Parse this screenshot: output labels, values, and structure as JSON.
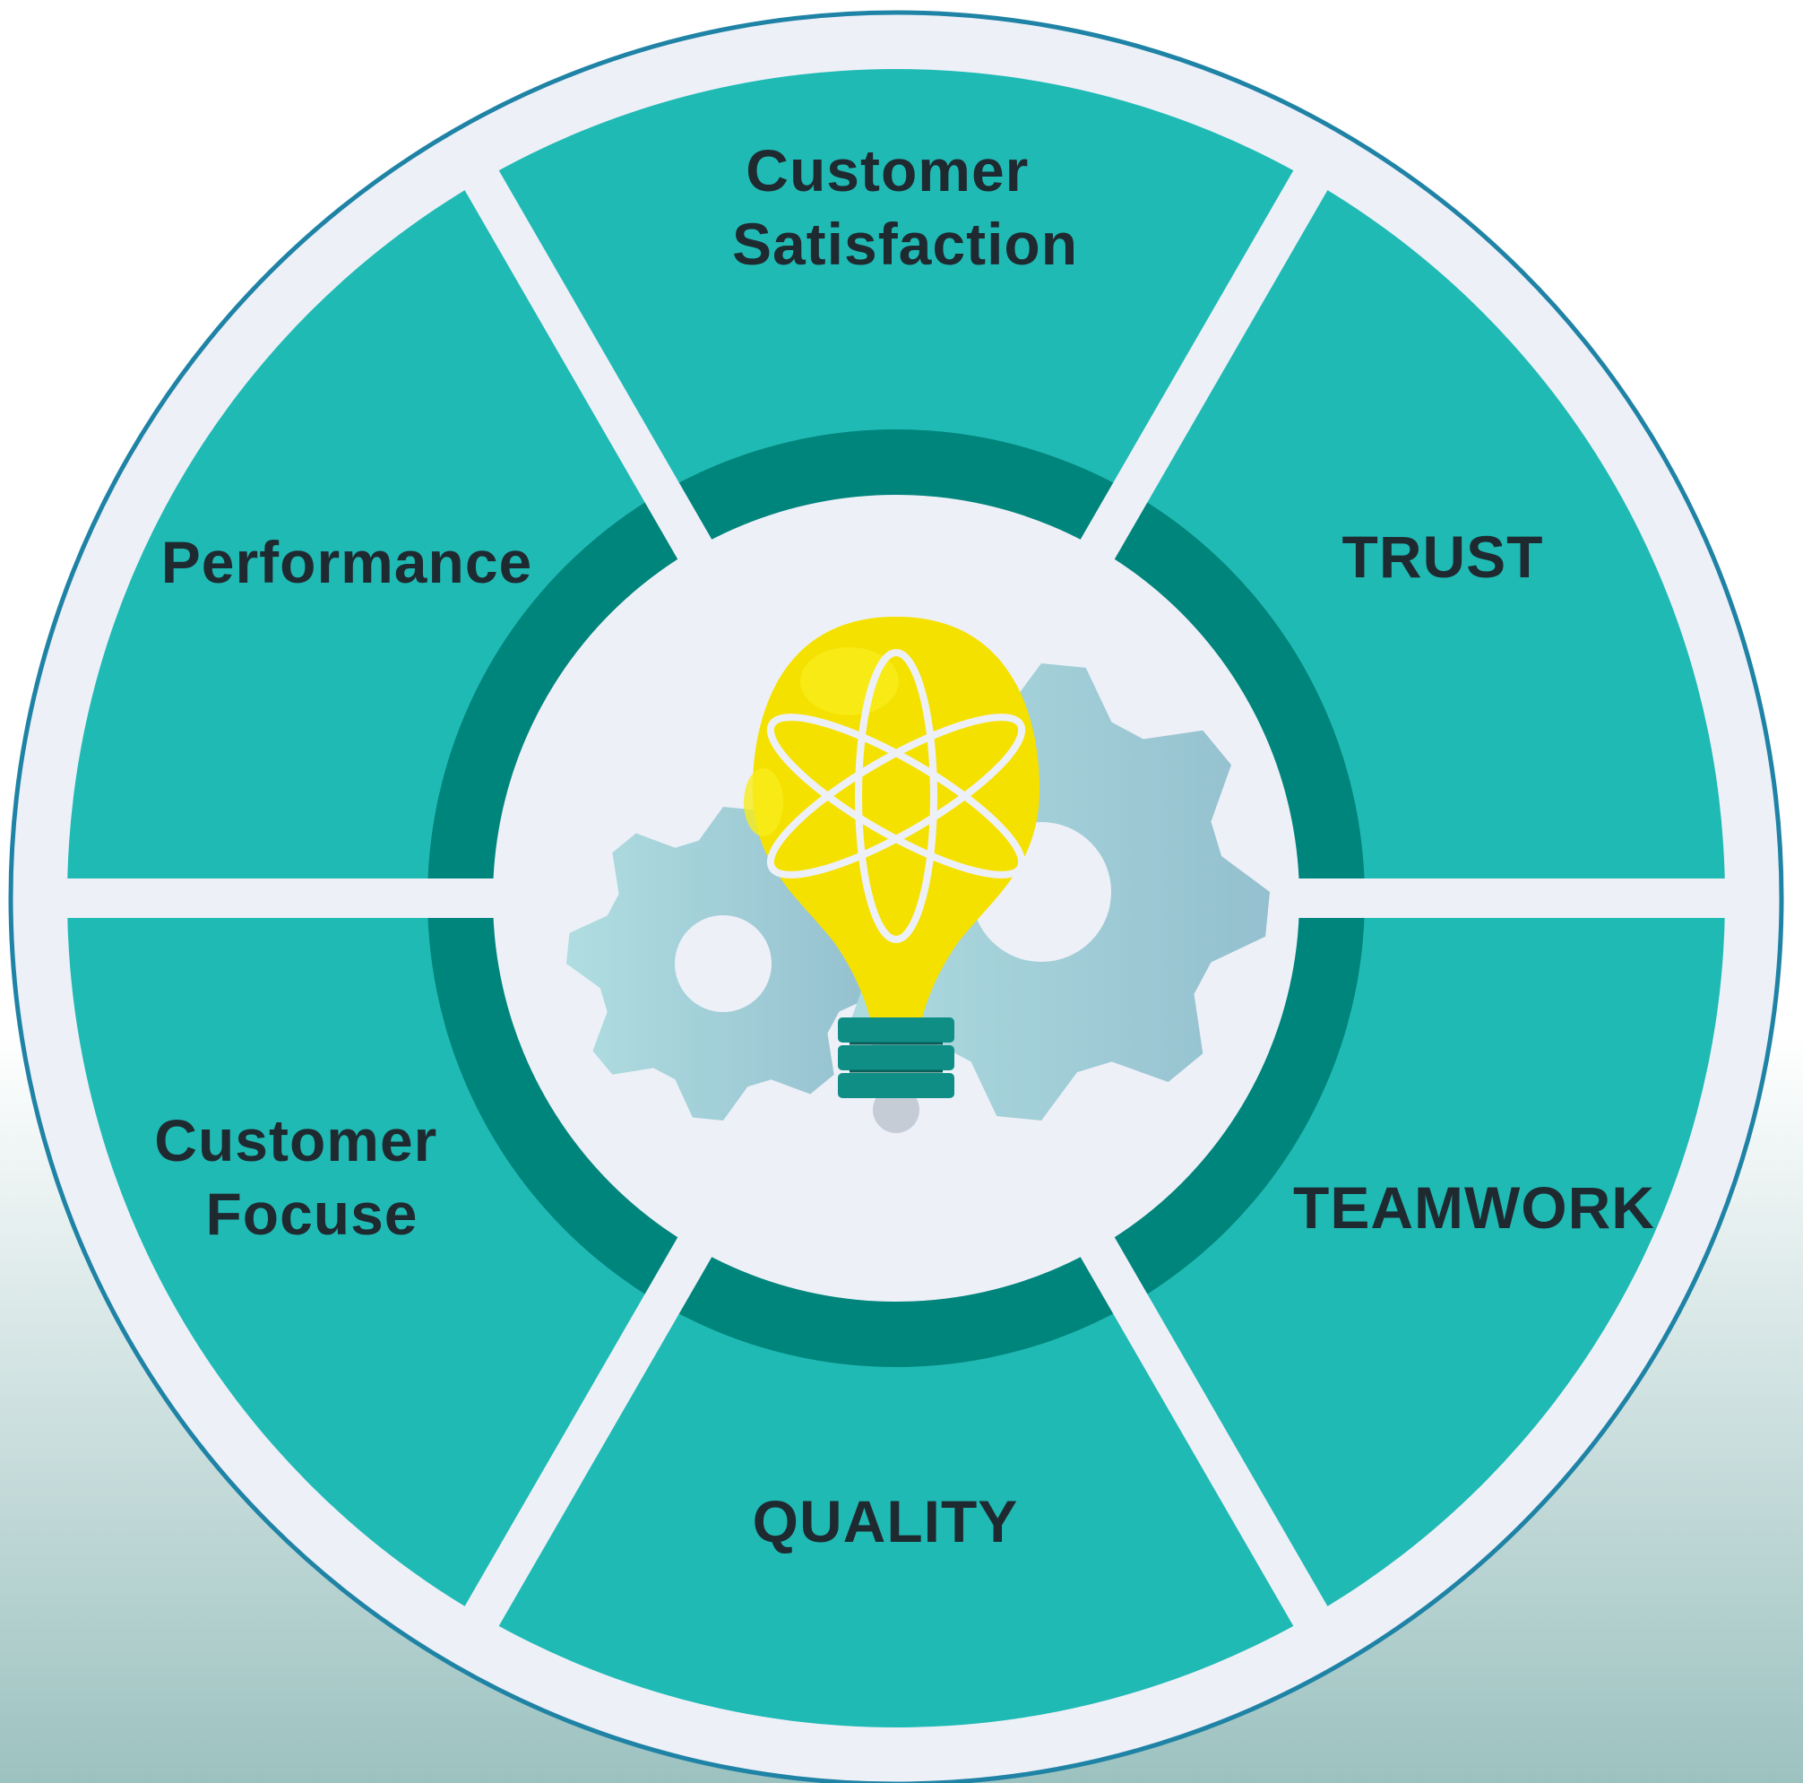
{
  "colors": {
    "background_top": "#ffffff",
    "background_bottom": "#9cc2c0",
    "outer_ring": "#eef0f8",
    "outer_border": "#1f83a6",
    "segment": "#20bab5",
    "inner_ring": "#00857c",
    "center_disc": "#eef0f8",
    "bulb": "#f5e100",
    "bulb_base": "#0f8e86",
    "gear": "#a7d6dc",
    "label_text": "#1f2a30"
  },
  "center_icon": "lightbulb-with-atom-and-gears-icon",
  "segments": [
    {
      "id": "customer-satisfaction",
      "lines": [
        "Customer",
        "Satisfaction"
      ]
    },
    {
      "id": "trust",
      "lines": [
        "TRUST"
      ]
    },
    {
      "id": "teamwork",
      "lines": [
        "TEAMWORK"
      ]
    },
    {
      "id": "quality",
      "lines": [
        "QUALITY"
      ]
    },
    {
      "id": "customer-focuse",
      "lines": [
        "Customer",
        "Focuse"
      ]
    },
    {
      "id": "performance",
      "lines": [
        "Performance"
      ]
    }
  ]
}
